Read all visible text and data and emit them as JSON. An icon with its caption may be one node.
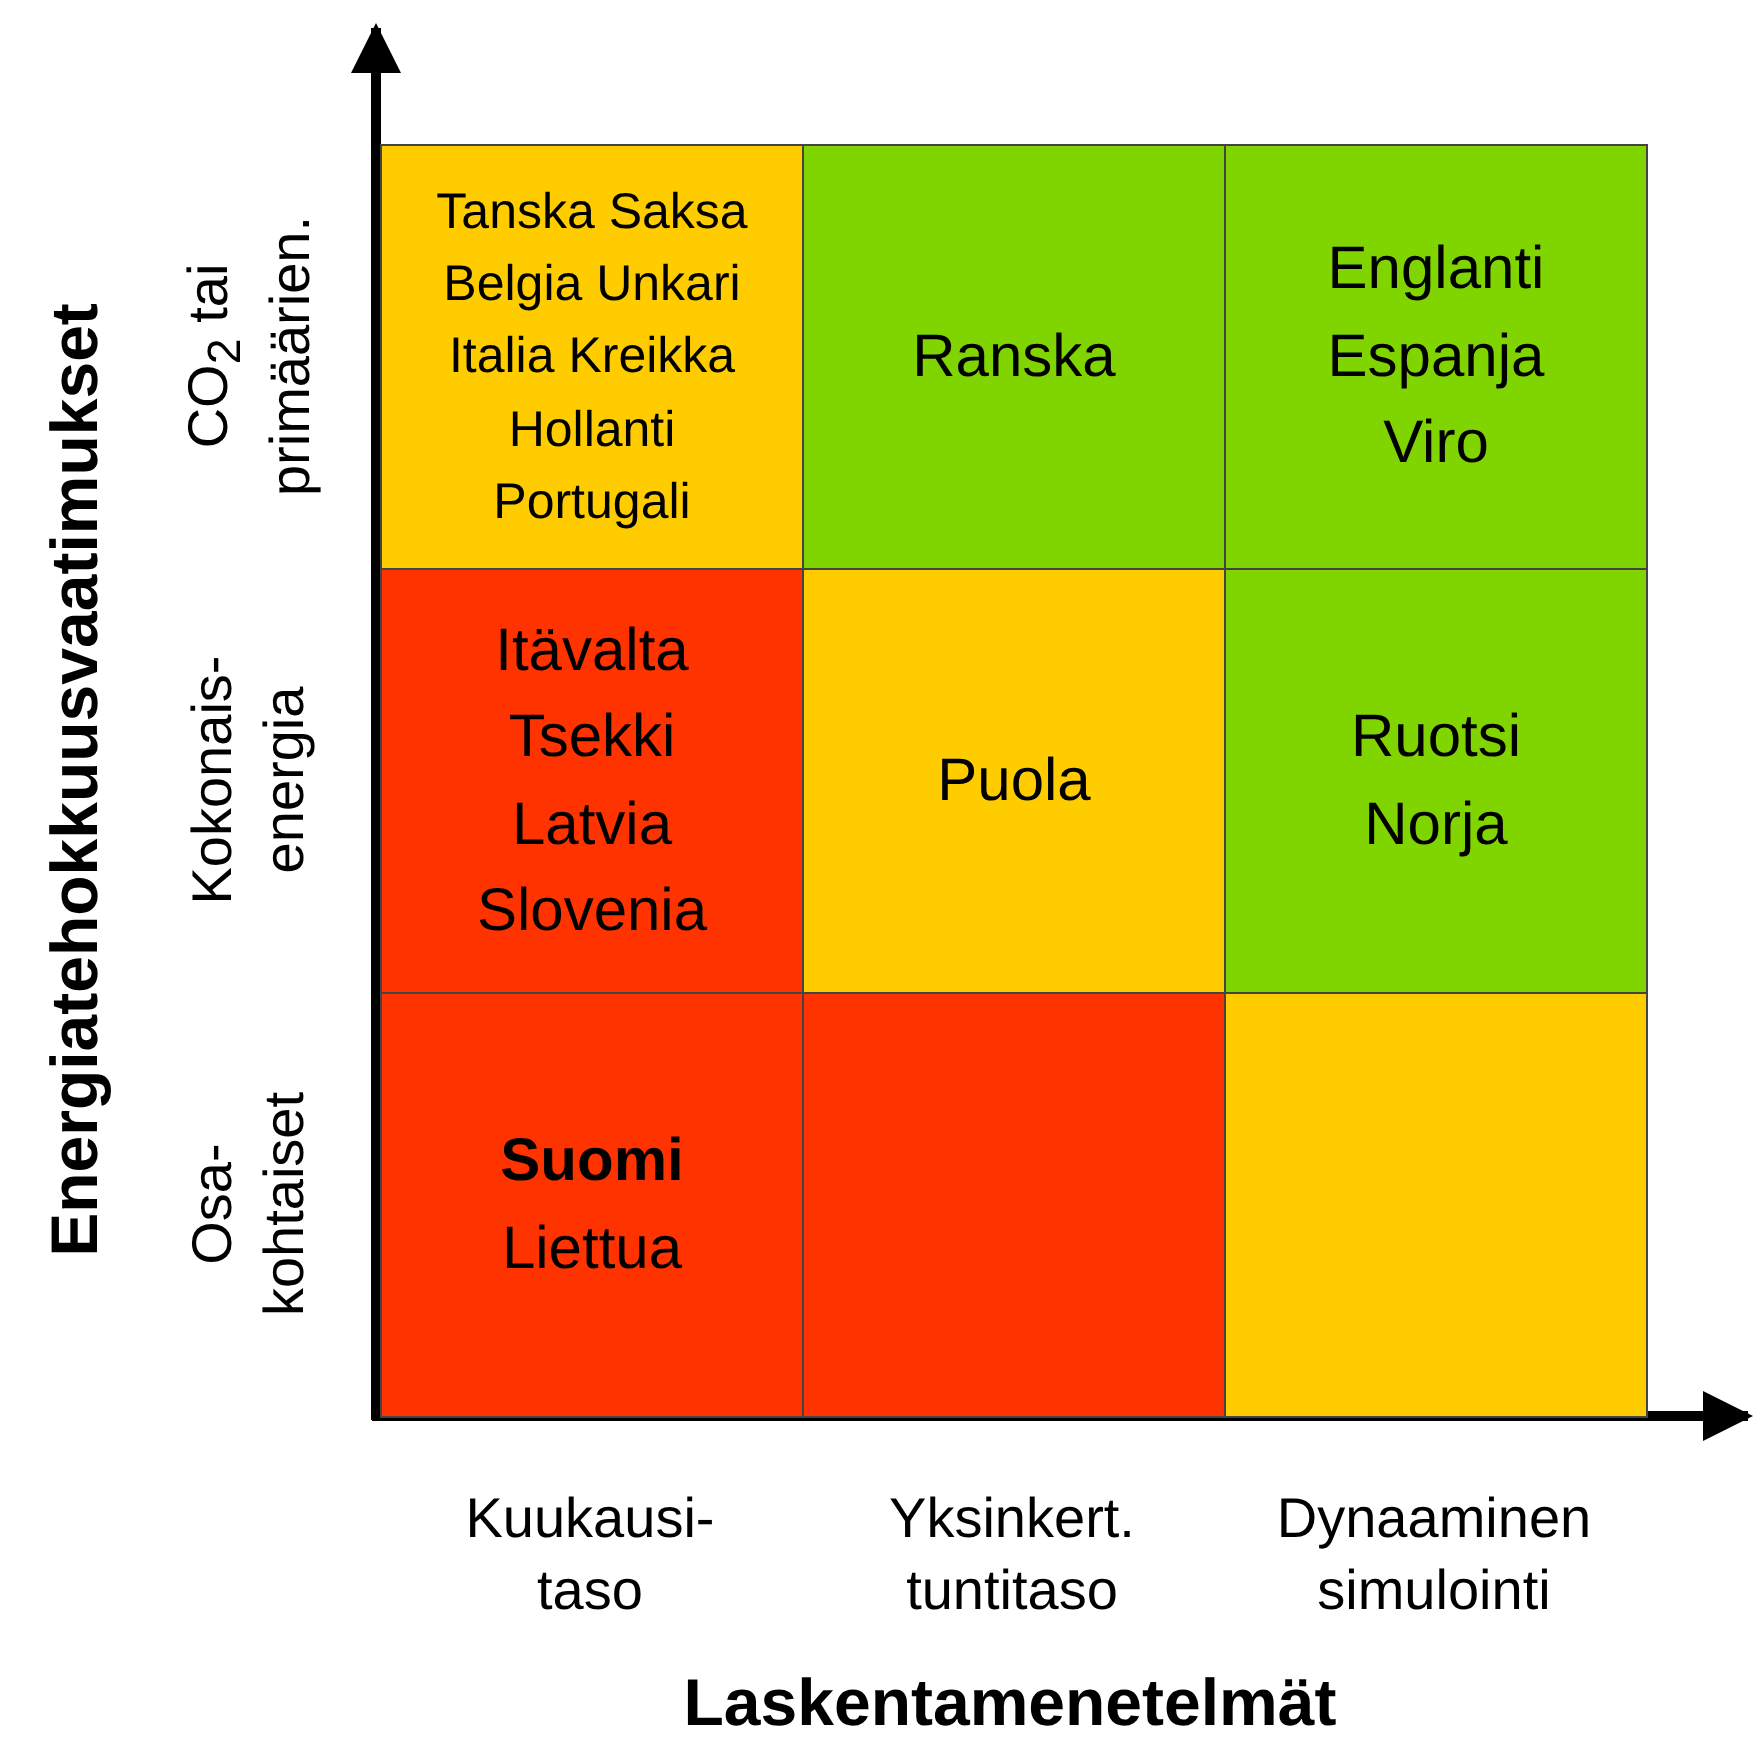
{
  "diagram": {
    "nodes": [
      {
        "text": [
          "Tanska Saksa Belgia Unkari Italia Kreikka Hollanti Portugali"
        ]
      },
      {
        "text": [
          "Ranska"
        ]
      },
      {
        "text": [
          "Englanti Espanja Viro"
        ]
      },
      {
        "text": [
          "Itävalta Tsekki Latvia Slovenia"
        ]
      },
      {
        "text": [
          "Puola"
        ]
      },
      {
        "text": [
          "Ruotsi Norja"
        ]
      },
      {
        "text": [
          "**Suomi** Liettua"
        ]
      },
      {
        "text": [],
        "shape": "box"
      },
      {
        "text": [],
        "shape": "box"
      }
    ],
    "edges": [],
    "labels": [
      "Energiatehokkuusvaatimukset",
      "CO$_{2}$ tai primäärien.",
      "Kokonais- energia",
      "Osa- kohtaiset",
      "Kuukausi- taso",
      "Yksinkert. tuntitaso",
      "Dynaaminen simulointi",
      "Laskentamenetelmät"
    ]
  }
}
